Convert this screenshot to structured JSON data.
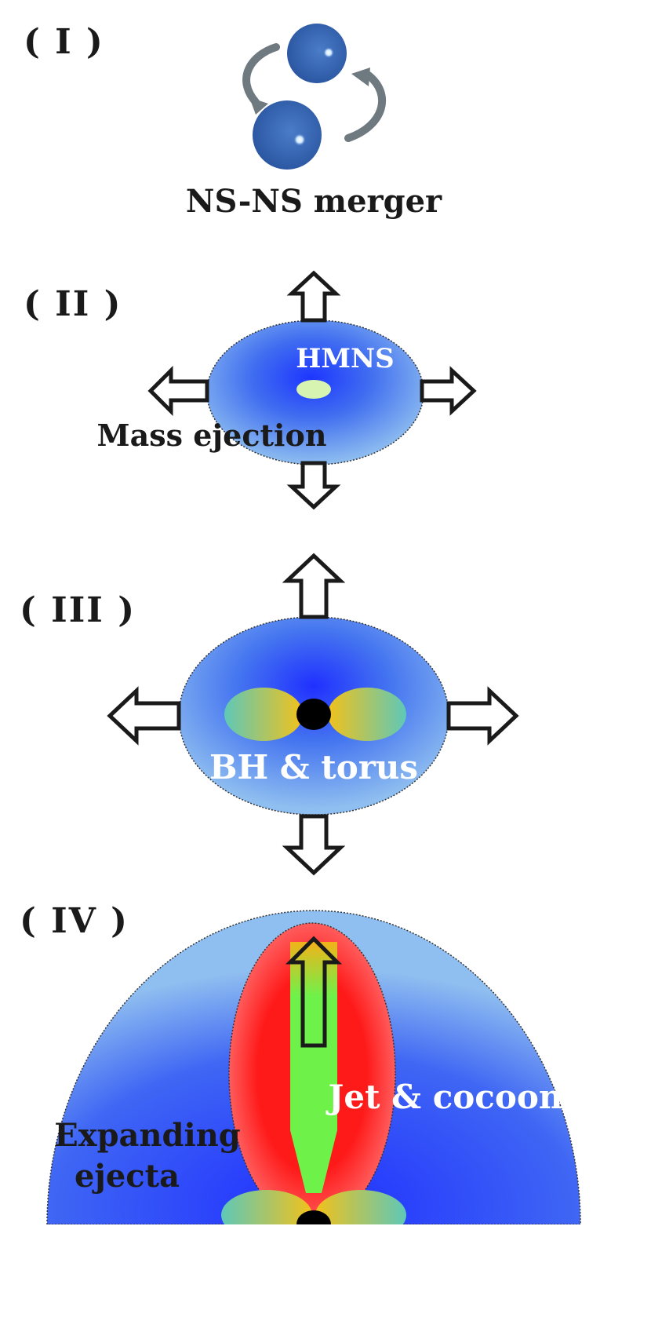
{
  "stages": [
    {
      "label": "( I )",
      "caption": "NS-NS merger"
    },
    {
      "label": "( II )",
      "core_label": "HMNS",
      "ejection_label": "Mass ejection"
    },
    {
      "label": "( III )",
      "core_label": "BH & torus"
    },
    {
      "label": "( IV )",
      "jet_label": "Jet & cocoon",
      "ejecta_label_1": "Expanding",
      "ejecta_label_2": "ejecta"
    }
  ],
  "colors": {
    "star_blue": "#2f5fa8",
    "ejecta_light": "#8fbef0",
    "ejecta_deep": "#2a48ff",
    "hmns_core": "#d7f5b0",
    "torus_yellow": "#f2c21a",
    "torus_teal": "#5ec8b8",
    "black_hole": "#000000",
    "cocoon_red": "#ff1a1a",
    "jet_green": "#6ef24a",
    "arrow_grey": "#6f7a80"
  },
  "icons": {
    "arrows": "hollow-block-arrow-icon",
    "orbit": "curved-orbit-arrow-icon"
  }
}
